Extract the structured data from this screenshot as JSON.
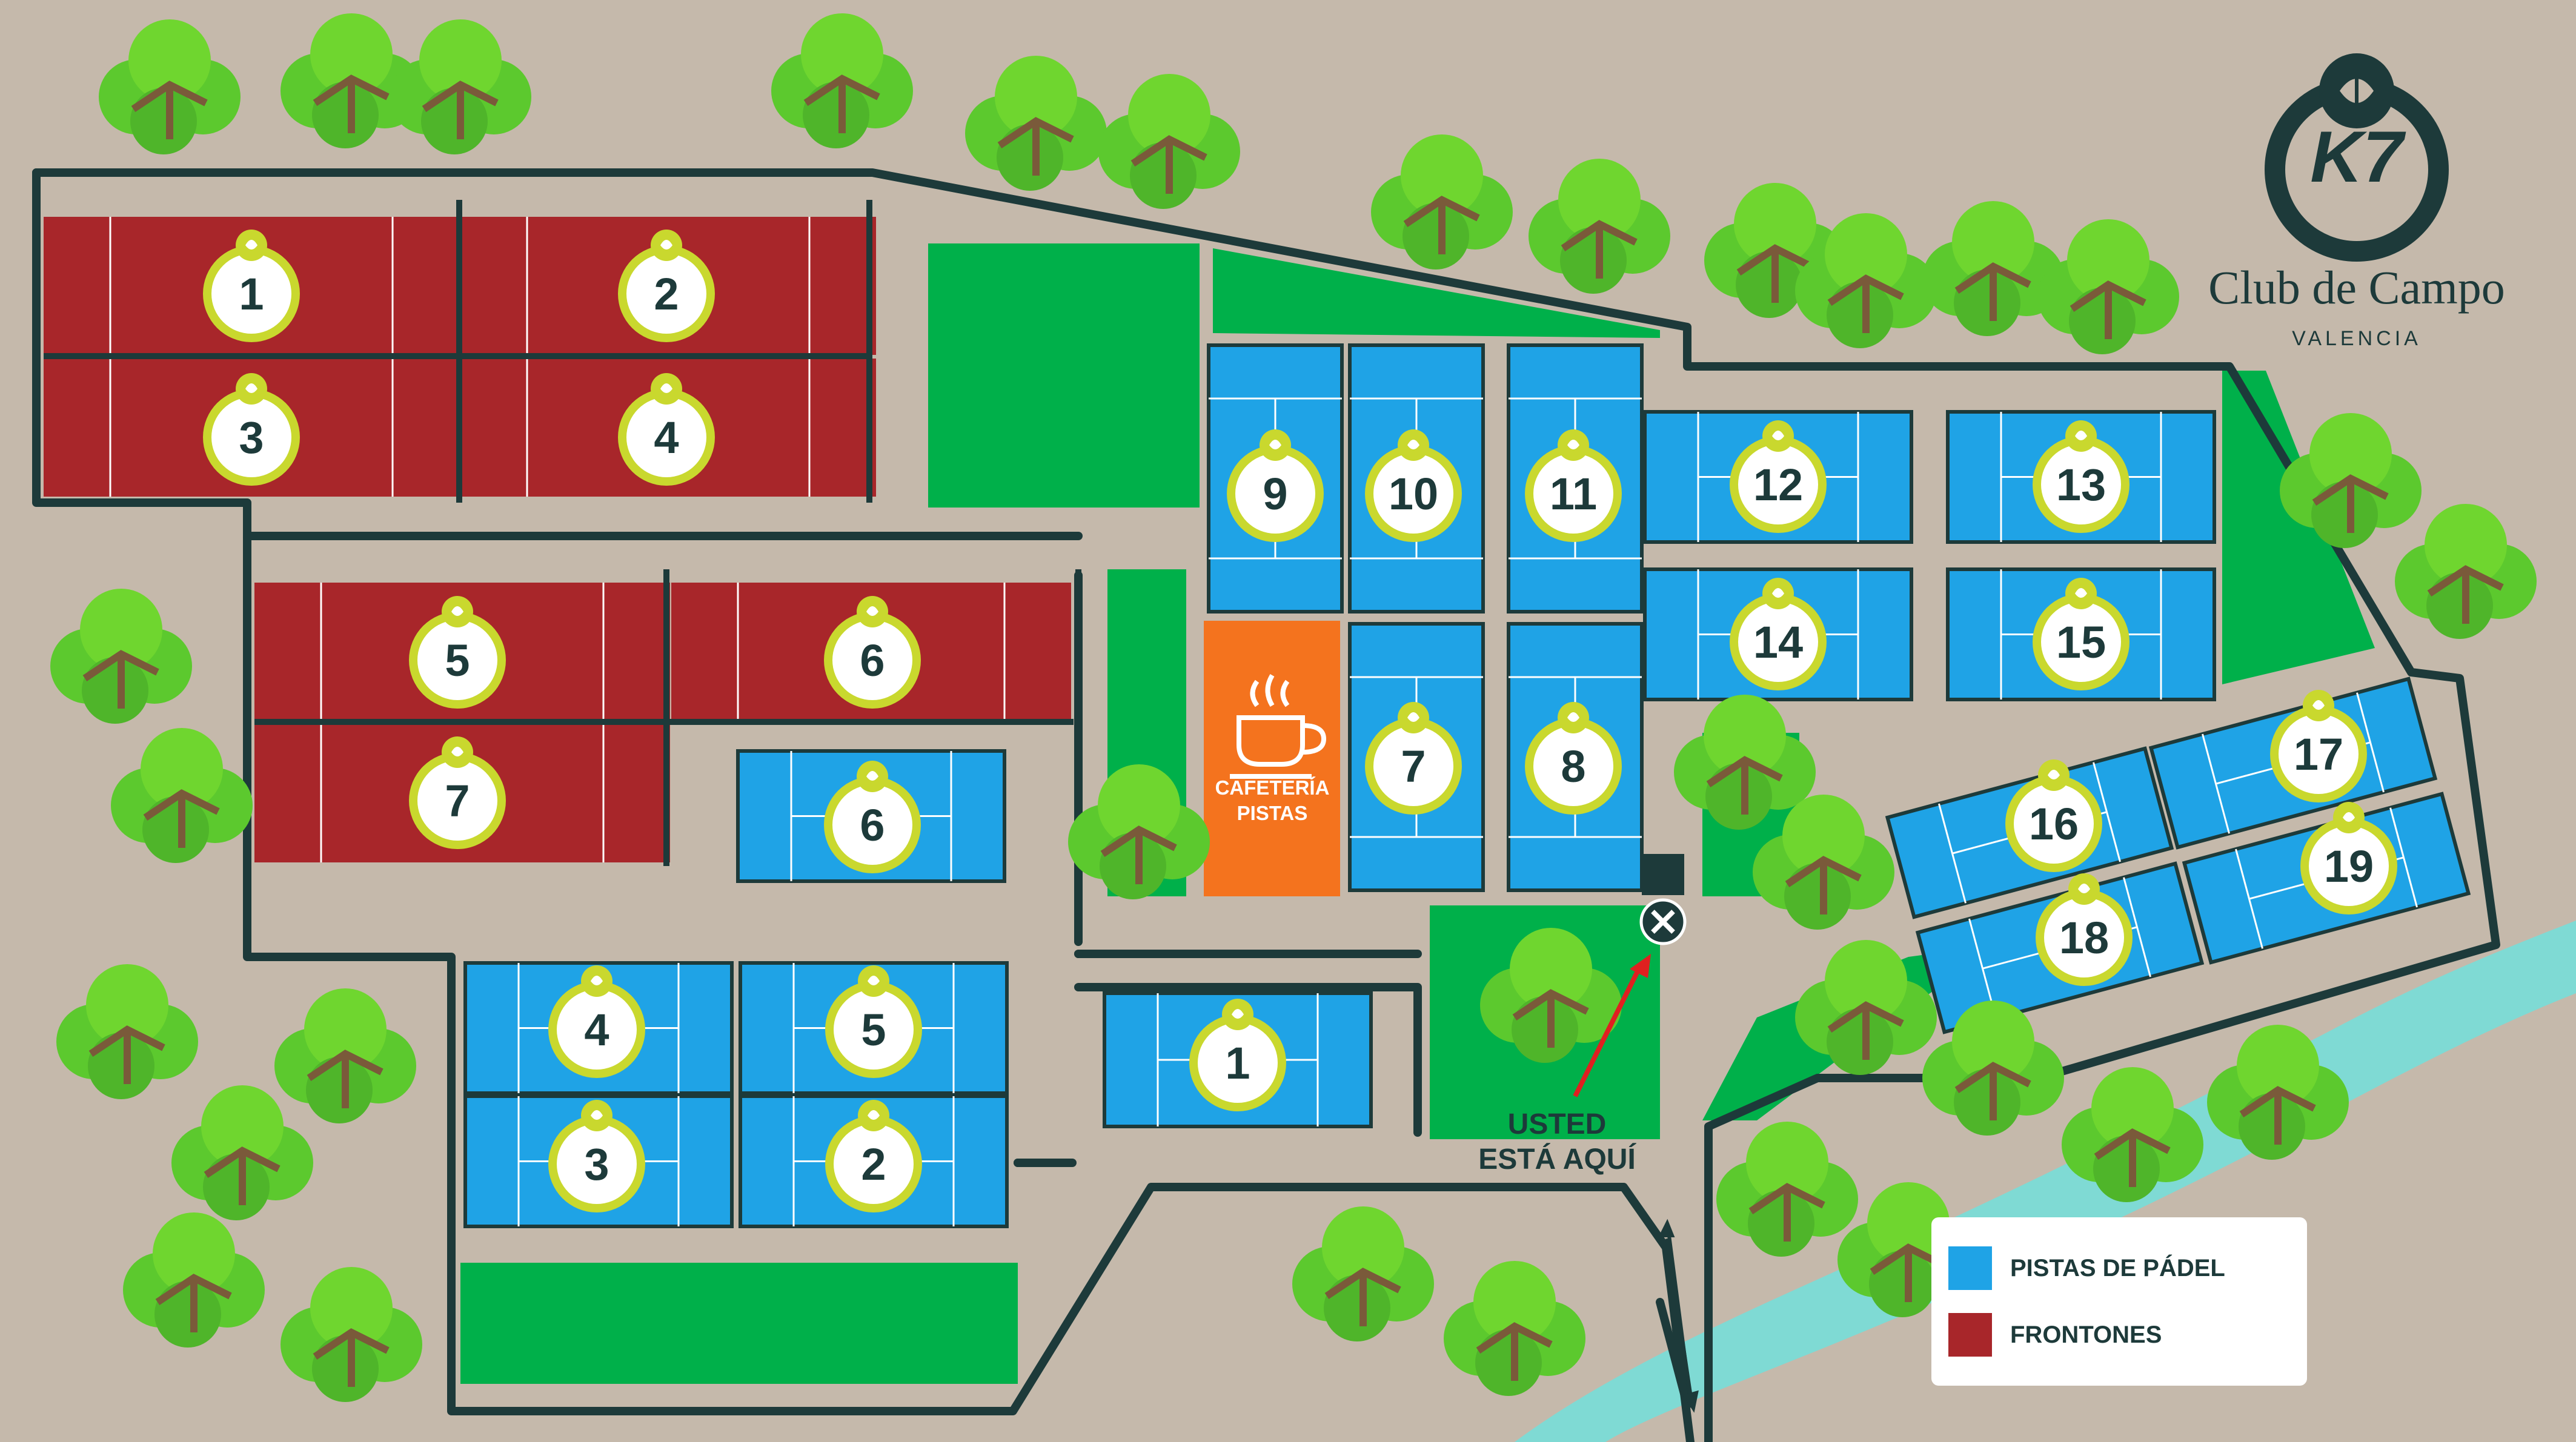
{
  "brand": {
    "monogram": "K7",
    "name": "Club de Campo",
    "city": "VALENCIA"
  },
  "colors": {
    "ground": "#c5b9ab",
    "path": "#1d3a3a",
    "padel": "#1fa3e6",
    "fronton": "#a8262a",
    "grass": "#00b04a",
    "cafe": "#f4731e",
    "river": "#7fdad4",
    "badge": "#c9d82e"
  },
  "frontones": [
    "1",
    "2",
    "3",
    "4",
    "5",
    "6",
    "7"
  ],
  "padel": [
    "1",
    "2",
    "3",
    "4",
    "5",
    "6",
    "7",
    "8",
    "9",
    "10",
    "11",
    "12",
    "13",
    "14",
    "15",
    "16",
    "17",
    "18",
    "19"
  ],
  "cafeteria": {
    "line1": "CAFETERÍA",
    "line2": "PISTAS",
    "icon": "coffee-cup-icon"
  },
  "you_are_here": {
    "line1": "USTED",
    "line2": "ESTÁ AQUÍ",
    "icon": "x-marker-icon"
  },
  "legend": [
    {
      "label": "PISTAS DE PÁDEL",
      "color": "#1fa3e6"
    },
    {
      "label": "FRONTONES",
      "color": "#a8262a"
    }
  ],
  "icons": {
    "court_badge": "leaf-badge-icon",
    "tree": "tree-icon",
    "logo": "leaf-ring-logo-icon"
  }
}
